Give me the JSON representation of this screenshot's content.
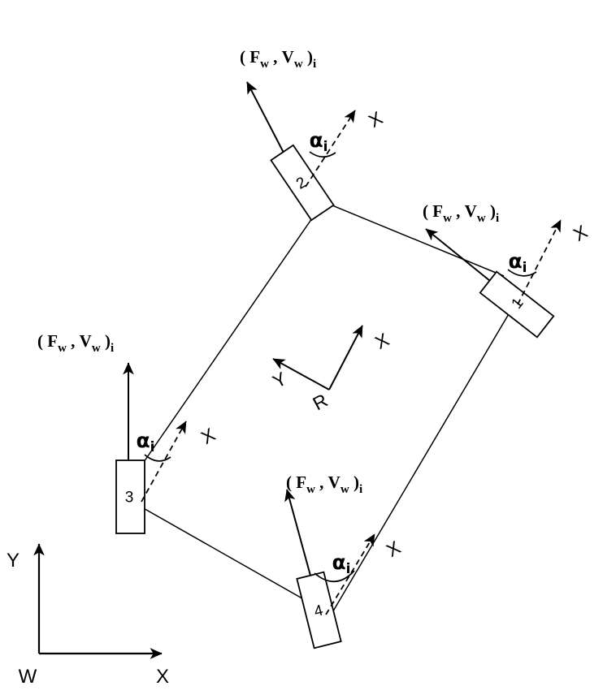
{
  "colors": {
    "ink": "#000000",
    "paper": "#ffffff"
  },
  "wheels": [
    {
      "number": "1"
    },
    {
      "number": "2"
    },
    {
      "number": "3"
    },
    {
      "number": "4"
    }
  ],
  "force_label": {
    "open": "( F",
    "sub_f": "w",
    "mid": " , V",
    "sub_v": "w",
    "close": " )",
    "sub_i": "i"
  },
  "alpha_label": {
    "symbol": "α",
    "sub": "i"
  },
  "axis_label_x": "X",
  "axis_label_y": "Y",
  "robot_frame": {
    "label": "R"
  },
  "world_frame": {
    "label": "W"
  }
}
